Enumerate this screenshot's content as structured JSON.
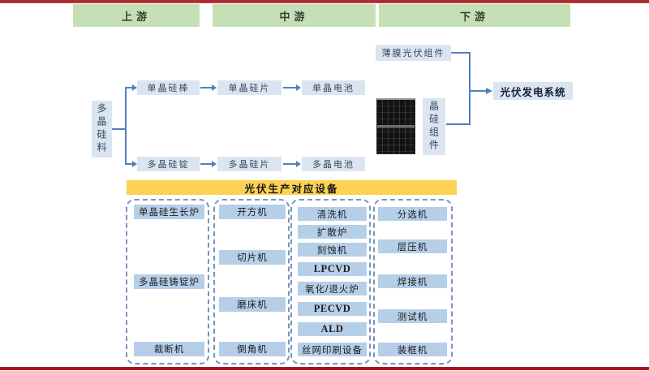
{
  "colors": {
    "header_green": "#c5e0b4",
    "banner_yellow": "#fbd254",
    "flow_box_blue": "#dbe5f1",
    "equipment_box_blue": "#b6cfe9",
    "connector_blue": "#4f81bd",
    "rule_red": "#b02a33"
  },
  "headers": {
    "upstream": "上游",
    "midstream": "中游",
    "downstream": "下游"
  },
  "chain": {
    "source": "多晶硅料",
    "mono": [
      "单晶硅棒",
      "单晶硅片",
      "单晶电池"
    ],
    "poly": [
      "多晶硅锭",
      "多晶硅片",
      "多晶电池"
    ],
    "thin_film_module": "薄膜光伏组件",
    "crystal_module": "晶硅组件",
    "pv_system": "光伏发电系统"
  },
  "equipment": {
    "banner": "光伏生产对应设备",
    "columns": [
      {
        "items": [
          "单晶硅生长炉",
          "多晶硅铸锭炉",
          "裁断机"
        ]
      },
      {
        "items": [
          "开方机",
          "切片机",
          "磨床机",
          "倒角机"
        ]
      },
      {
        "items": [
          "清洗机",
          "扩散炉",
          "刻蚀机",
          "LPCVD",
          "氧化/退火炉",
          "PECVD",
          "ALD",
          "丝网印刷设备"
        ]
      },
      {
        "items": [
          "分选机",
          "层压机",
          "焊接机",
          "测试机",
          "装框机"
        ]
      }
    ]
  }
}
